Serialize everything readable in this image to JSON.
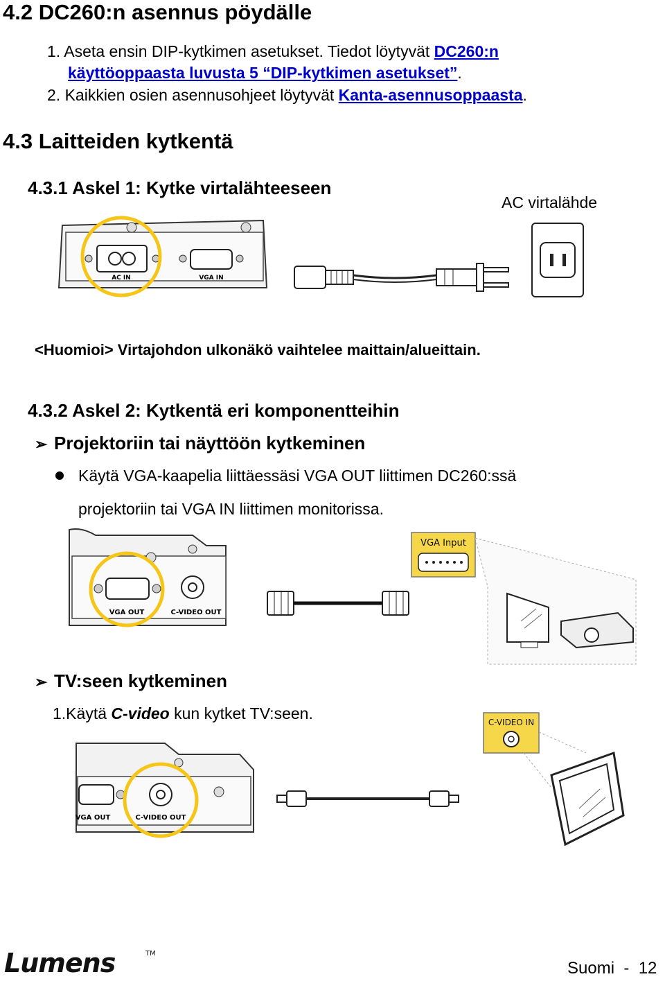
{
  "section_4_2": {
    "title": "4.2 DC260:n asennus pöydälle",
    "item1_prefix": "1. Aseta ensin DIP-kytkimen asetukset. Tiedot löytyvät ",
    "item1_link_a": "DC260:n ",
    "item1_link_b": "käyttöoppaasta luvusta 5 “DIP-kytkimen asetukset”",
    "item1_suffix": ".",
    "item2_prefix": "2. Kaikkien osien asennusohjeet löytyvät ",
    "item2_link": "Kanta-asennusoppaasta",
    "item2_suffix": "."
  },
  "section_4_3": {
    "title": "4.3 Laitteiden kytkentä",
    "step1": {
      "title": "4.3.1 Askel 1: Kytke virtalähteeseen",
      "ac_label": "AC virtalähde",
      "port_ac": "AC IN",
      "port_vga": "VGA IN",
      "note": "<Huomioi> Virtajohdon ulkonäkö vaihtelee maittain/alueittain."
    },
    "step2": {
      "title": "4.3.2 Askel 2: Kytkentä eri komponentteihin",
      "projector_heading": "Projektoriin tai näyttöön kytkeminen",
      "bullet_line1": "Käytä VGA-kaapelia liittäessäsi VGA OUT liittimen DC260:ssä",
      "bullet_line2": "projektoriin tai VGA IN liittimen monitorissa.",
      "port_vga_out": "VGA OUT",
      "port_cvideo_out": "C-VIDEO OUT",
      "vga_input_label": "VGA Input",
      "tv_heading": "TV:seen kytkeminen",
      "tv_item_prefix": "1.Käytä ",
      "tv_item_em": "C-video",
      "tv_item_suffix": " kun kytket TV:seen.",
      "cvideo_in_label": "C-VIDEO IN"
    }
  },
  "footer": {
    "logo": "Lumens",
    "tm": "TM",
    "page": "Suomi  -  12"
  },
  "colors": {
    "highlight": "#f5c518",
    "link": "#0000cc"
  }
}
